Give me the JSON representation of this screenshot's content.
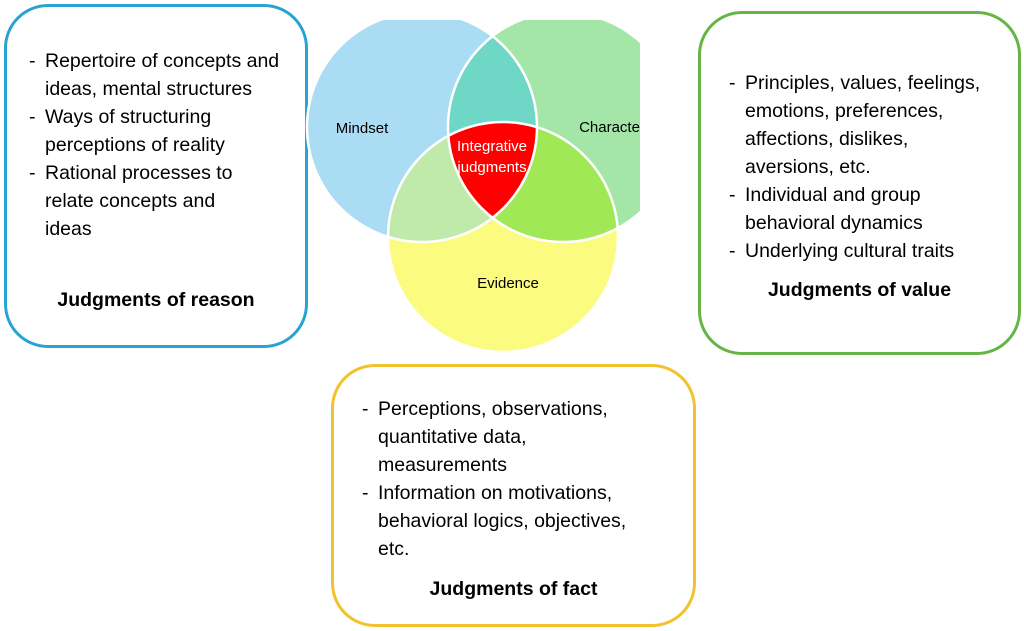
{
  "colors": {
    "mindset_fill": "#aadcf3",
    "character_fill": "#a4e6a8",
    "evidence_fill": "#fbfb80",
    "mindset_character_overlap": "#6fd7c6",
    "mindset_evidence_overlap": "#c0eaa9",
    "character_evidence_overlap": "#a0e855",
    "center_fill": "#ff0000",
    "reason_border": "#29a3d4",
    "value_border": "#66b544",
    "fact_border": "#f2c22c"
  },
  "venn": {
    "mindset_label": "Mindset",
    "character_label": "Character",
    "evidence_label": "Evidence",
    "center_label_line1": "Integrative",
    "center_label_line2": "judgments"
  },
  "reason": {
    "items": [
      "Repertoire of concepts and ideas, mental structures",
      "Ways of structuring perceptions of reality",
      "Rational processes to relate concepts and ideas"
    ],
    "title": "Judgments of reason"
  },
  "value": {
    "items": [
      "Principles, values, feelings, emotions, preferences, affections, dislikes, aversions, etc.",
      "Individual and group behavioral dynamics",
      "Underlying cultural traits"
    ],
    "title": "Judgments of value"
  },
  "fact": {
    "items": [
      "Perceptions, observations, quantitative data, measurements",
      "Information on motivations, behavioral logics, objectives, etc."
    ],
    "title": "Judgments of fact"
  }
}
